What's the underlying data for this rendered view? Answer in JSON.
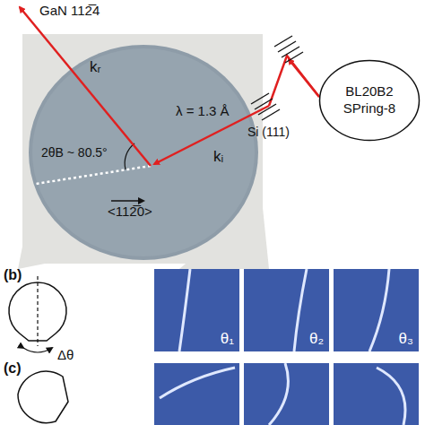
{
  "diagram": {
    "nodes": [
      {
        "text": [
          "BL20B2 SPring-8"
        ]
      },
      {
        "text": [
          "θ₁"
        ]
      },
      {
        "text": [
          "θ₂"
        ]
      },
      {
        "text": [
          "θ₃"
        ]
      }
    ],
    "labels": [
      "GaN 112̅4",
      "kᵣ",
      "2θB ~ 80.5°",
      "λ = 1.3 Å",
      "kᵢ",
      "<112̅0>",
      "Si (111)",
      "(b)",
      "Δθ",
      "(c)"
    ]
  }
}
